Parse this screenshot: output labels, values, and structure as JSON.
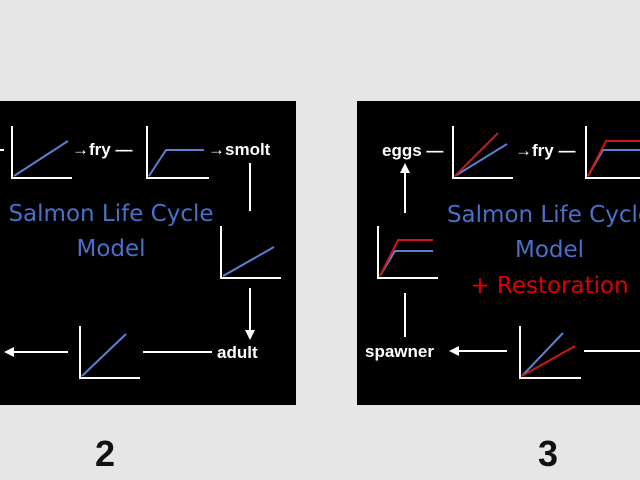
{
  "colors": {
    "background": "#e6e6e6",
    "panel": "#000000",
    "title_blue": "#4a70c9",
    "restoration_red": "#e00000",
    "line_blue": "#5b7fd1",
    "line_red": "#d01515",
    "axis_white": "#ffffff"
  },
  "panels": [
    {
      "number": "2",
      "title_line1": "Salmon Life Cycle",
      "title_line2": "Model",
      "labels": {
        "fry": "→fry —",
        "smolt": "→smolt",
        "adult": "adult"
      }
    },
    {
      "number": "3",
      "title_line1": "Salmon Life Cycle",
      "title_line2": "Model",
      "title_line3": "+ Restoration",
      "labels": {
        "eggs": "eggs —",
        "fry": "→fry —",
        "spawner": "spawner"
      }
    }
  ]
}
